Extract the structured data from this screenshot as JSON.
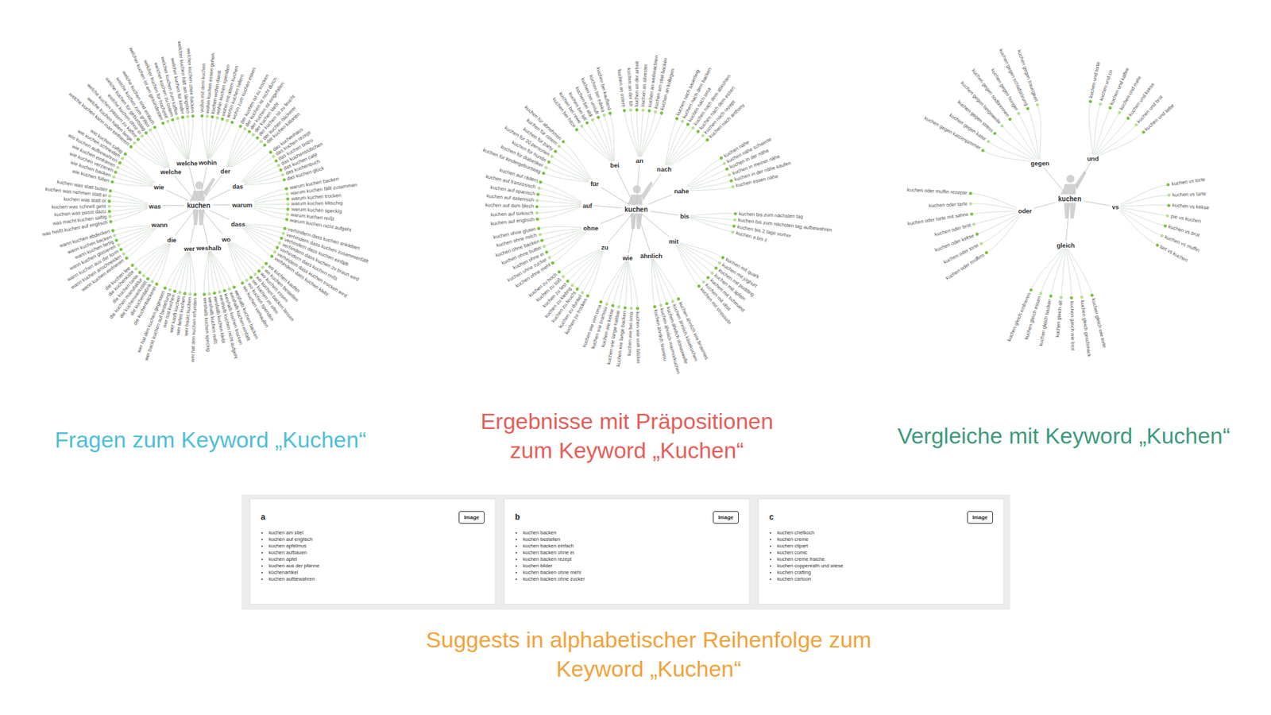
{
  "diagram": {
    "nodes": [
      {
        "text": [
          "kuchen"
        ]
      },
      {
        "text": [
          "wie"
        ]
      },
      {
        "text": [
          "welche"
        ]
      },
      {
        "text": [
          "welcher"
        ]
      },
      {
        "text": [
          "wohin"
        ]
      },
      {
        "text": [
          "der"
        ]
      },
      {
        "text": [
          "das"
        ]
      },
      {
        "text": [
          "warum"
        ]
      },
      {
        "text": [
          "dass"
        ]
      },
      {
        "text": [
          "wo"
        ]
      },
      {
        "text": [
          "weshalb"
        ]
      },
      {
        "text": [
          "wer"
        ]
      },
      {
        "text": [
          "die"
        ]
      },
      {
        "text": [
          "wann"
        ]
      },
      {
        "text": [
          "was"
        ]
      },
      {
        "text": [
          "kuchen"
        ]
      },
      {
        "text": [
          "für"
        ]
      },
      {
        "text": [
          "bei"
        ]
      },
      {
        "text": [
          "an"
        ]
      },
      {
        "text": [
          "nach"
        ]
      },
      {
        "text": [
          "nahe"
        ]
      },
      {
        "text": [
          "bis"
        ]
      },
      {
        "text": [
          "mit"
        ]
      },
      {
        "text": [
          "ähnlich"
        ]
      },
      {
        "text": [
          "wie"
        ]
      },
      {
        "text": [
          "zu"
        ]
      },
      {
        "text": [
          "ohne"
        ]
      },
      {
        "text": [
          "auf"
        ]
      },
      {
        "text": [
          "kuchen"
        ]
      },
      {
        "text": [
          "gegen"
        ]
      },
      {
        "text": [
          "und"
        ]
      },
      {
        "text": [
          "vs"
        ]
      },
      {
        "text": [
          "gleich"
        ]
      },
      {
        "text": [
          "oder"
        ]
      },
      {
        "text": [
          "a",
          "kuchen am stiel",
          "kuchen auf englisch",
          "kuchen apfelmus",
          "kuchen aufbauen",
          "kuchen apfel",
          "kuchen aus der pfanne",
          "küchenartikel",
          "kuchen aufbewahren"
        ]
      },
      {
        "text": [
          "Image"
        ],
        "in": 34
      },
      {
        "text": [
          "b",
          "kuchen backen",
          "kuchen bestellen",
          "kuchen backen einfach",
          "kuchen backen ohne ei",
          "kuchen backen rezept",
          "kuchen bilder",
          "kuchen backen ohne mehl",
          "kuchen backen ohne zucker"
        ]
      },
      {
        "text": [
          "Image"
        ],
        "in": 36
      },
      {
        "text": [
          "c",
          "kuchen chefkoch",
          "kuchen creme",
          "kuchen clipart",
          "kuchen comic",
          "kuchen creme fraiche",
          "kuchen coppenrath und wiese",
          "kuchen crafting",
          "kuchen cartoon"
        ]
      },
      {
        "text": [
          "Image"
        ],
        "in": 38
      }
    ],
    "edges": [
      {
        "from": 0,
        "to": 1,
        "arrow": "none"
      },
      {
        "from": 0,
        "to": 2,
        "arrow": "none"
      },
      {
        "from": 0,
        "to": 3,
        "arrow": "none"
      },
      {
        "from": 0,
        "to": 4,
        "arrow": "none"
      },
      {
        "from": 0,
        "to": 5,
        "arrow": "none"
      },
      {
        "from": 0,
        "to": 6,
        "arrow": "none"
      },
      {
        "from": 0,
        "to": 7,
        "arrow": "none"
      },
      {
        "from": 0,
        "to": 8,
        "arrow": "none"
      },
      {
        "from": 0,
        "to": 9,
        "arrow": "none"
      },
      {
        "from": 0,
        "to": 10,
        "arrow": "none"
      },
      {
        "from": 0,
        "to": 11,
        "arrow": "none"
      },
      {
        "from": 0,
        "to": 12,
        "arrow": "none"
      },
      {
        "from": 0,
        "to": 13,
        "arrow": "none"
      },
      {
        "from": 0,
        "to": 14,
        "arrow": "none"
      },
      {
        "from": 15,
        "to": 16,
        "arrow": "none"
      },
      {
        "from": 15,
        "to": 17,
        "arrow": "none"
      },
      {
        "from": 15,
        "to": 18,
        "arrow": "none"
      },
      {
        "from": 15,
        "to": 19,
        "arrow": "none"
      },
      {
        "from": 15,
        "to": 20,
        "arrow": "none"
      },
      {
        "from": 15,
        "to": 21,
        "arrow": "none"
      },
      {
        "from": 15,
        "to": 22,
        "arrow": "none"
      },
      {
        "from": 15,
        "to": 23,
        "arrow": "none"
      },
      {
        "from": 15,
        "to": 24,
        "arrow": "none"
      },
      {
        "from": 15,
        "to": 25,
        "arrow": "none"
      },
      {
        "from": 15,
        "to": 26,
        "arrow": "none"
      },
      {
        "from": 15,
        "to": 27,
        "arrow": "none"
      },
      {
        "from": 28,
        "to": 29,
        "arrow": "none"
      },
      {
        "from": 28,
        "to": 30,
        "arrow": "none"
      },
      {
        "from": 28,
        "to": 31,
        "arrow": "none"
      },
      {
        "from": 28,
        "to": 32,
        "arrow": "none"
      },
      {
        "from": 28,
        "to": 33,
        "arrow": "none"
      }
    ],
    "labels": [
      "wie kuchen füllen",
      "wie kuchen backen",
      "wie kuchen verzieren",
      "wie kuchen einfrieren",
      "wie kuchen aufbewahren",
      "wie kuchen schneiden",
      "wie kuchen saftig",
      "welche kuchen kann man einfrieren",
      "welche kuchen halten lange",
      "welche kuchen passen zu kaffee",
      "welche kuchen ohne ei",
      "welche kuchen für geburtstag",
      "welche kuchen zum grillen",
      "welche kuchen sind einfach",
      "welcher kuchen ist am gesündesten",
      "welcher kuchen für hochzeit",
      "welcher kuchen zu ostern",
      "welcher kuchen zum kaffee",
      "welcher kuchen für kinder",
      "welcher kuchen hält am längsten",
      "welcher kuchen ohne backen",
      "wohin mit dem kuchen",
      "wohin kuchen essen gehen",
      "kuchen wohin damit",
      "wohin kuchen spenden",
      "wohin mit altem kuchen",
      "wohin kuchen liefern",
      "wohin zum kuchen essen",
      "der kuchen ist zu trocken",
      "der kuchen ist nicht durch",
      "der kuchen ist eingefallen",
      "der kuchen klebt",
      "der kuchen ist zu feucht",
      "der kuchen bäckerei",
      "der kuchen kalorien",
      "das kuchenhaus",
      "das kuchen rezept",
      "das kuchen bistro",
      "das kuchenstübchen",
      "das kuchen café",
      "das kuchenbuch",
      "das kuchen glück",
      "warum kuchen backen",
      "warum kuchen fällt zusammen",
      "warum kuchen trocken",
      "warum kuchen klitschig",
      "warum kuchen speckig",
      "warum kuchen reißt",
      "warum kuchen nicht aufgeht",
      "verhindern dass kuchen ankleben",
      "verhindern dass kuchen zusammenfällt",
      "verhindern dass kuchen einfällt",
      "verhindern dass kuchen zu braun wird",
      "verhindern dass kuchen reißt",
      "verhindern dass kuchen trocken wird",
      "verhindern dass kuchen klebt",
      "wo kuchen kaufen",
      "wo kuchen bestellen",
      "wo kuchen essen",
      "wo kuchen backen lassen",
      "wo kuchen im ofen",
      "wo kuchen spenden",
      "wo kuchen verkaufen",
      "weshalb kuchen backen",
      "weshalb kuchen einfällt",
      "weshalb kuchen trocken",
      "weshalb kuchen nicht aufgeht",
      "weshalb kuchen klebt",
      "weshalb kuchen reißt",
      "weshalb kuchen speckig",
      "wer hat den kuchen erfunden",
      "wer backt kuchen",
      "wer liefert kuchen",
      "wer kauft kuchen",
      "wer isst kuchen",
      "wer backt kuchen auf bestellung",
      "wer hat den kuchen gegessen",
      "die kuchenbäckerei",
      "die kuchenfabrik",
      "die kuchenwerkstatt",
      "die kuchen manufaktur",
      "die kuchen tante",
      "die kuchenkiste",
      "die kuchen fee",
      "wann kuchen einfrieren",
      "wann kuchen anschneiden",
      "wann kuchen aus der form",
      "wann kuchen glasieren",
      "wann kuchen fertig",
      "wann kuchen backen",
      "wann kuchen abdecken",
      "was heißt kuchen auf englisch",
      "was macht kuchen saftig",
      "kuchen was passt dazu",
      "kuchen was schnell geht",
      "kuchen was statt öl",
      "kuchen was nehmen statt ei",
      "kuchen was statt butter",
      "kuchen für kindergeburtstag",
      "kuchen für diabetiker",
      "kuchen für hunde",
      "kuchen für 20 personen",
      "kuchen für party",
      "kuchen für ostern",
      "kuchen für abnehmen",
      "kuchen bei hitze",
      "kuchen bei rewe",
      "kuchen bei lidl",
      "kuchen bei aldi",
      "kuchen bei umluft",
      "kuchen bei edeka",
      "kuchen bei kaufland",
      "kuchen an ostern",
      "kuchen an der tür",
      "kuchen an der arbeit",
      "kuchen an silvester",
      "kuchen an weihnachten",
      "kuchen am stiel backen",
      "kuchen an kollegen",
      "kuchen nach sauerteig",
      "kuchen nach dem backen",
      "kuchen nach oma",
      "kuchen nach dem abkühlen",
      "kuchen nach dem essen",
      "kuchen nach rezept",
      "kuchen nach anthony",
      "kuchen nähe",
      "kuchen nähe schwerte",
      "kuchen in der nähe",
      "kuchen in meiner nähe",
      "kuchen in der nähe kaufen",
      "kuchen essen nähe",
      "kuchen bis zum nächsten tag",
      "kuchen bis zum nächsten tag aufbewahren",
      "kuchen bis 2 tage vorher",
      "kuchen a bis z",
      "kuchen mit quark",
      "kuchen mit joghurt",
      "kuchen mit pudding",
      "kuchen mit äpfeln",
      "kuchen mit schmand",
      "kuchen mit obst",
      "kuchen mit streuseln",
      "kuchen ähnlich wie brownies",
      "kuchen ähnlich käsekuchen",
      "kuchen ähnlich donauwelle",
      "kuchen ähnlich marmorkuchen",
      "kuchen ähnlich tiramisu",
      "kuchen wie vom bäcker",
      "kuchen wie bei oma",
      "kuchen wie lange backen",
      "kuchen wie lange haltbar",
      "kuchen wie kekse",
      "kuchen wie tiramisu",
      "kuchen wie von oma",
      "kuchen zu trocken",
      "kuchen zu dunkel",
      "kuchen zu feucht",
      "kuchen zu klebrig",
      "kuchen zu fest",
      "kuchen zu süß",
      "kuchen zu hoch",
      "kuchen ohne mehl",
      "kuchen ohne zucker",
      "kuchen ohne ei",
      "kuchen ohne butter",
      "kuchen ohne backen",
      "kuchen ohne milch",
      "kuchen ohne gluten",
      "kuchen auf englisch",
      "kuchen auf türkisch",
      "kuchen auf dem blech",
      "kuchen auf italienisch",
      "kuchen auf spanisch",
      "kuchen auf französisch",
      "kuchen auf rädern",
      "kuchen gegen katzenjammer",
      "kuchen gegen kater",
      "kuchen gegen stress",
      "kuchen gegen langeweile",
      "kuchen gegen sodbrennen",
      "kuchen gegen hunger",
      "kuchen gegen schlafstörung",
      "kuchen gegen traurigkeit",
      "kuchen und torte",
      "kuchen und co",
      "kuchen und kaffee",
      "kuchen und mehr",
      "kuchen und kekse",
      "kuchen und brot",
      "kuchen und liebe",
      "kuchen vs torte",
      "kuchen vs tarte",
      "kuchen vs kekse",
      "pie vs kuchen",
      "kuchen vs brot",
      "kuchen vs muffin",
      "tart vs kuchen",
      "kuchen gleich wie torte",
      "kuchen gleich geschmack",
      "kuchen gleich wie brot",
      "kuchen gleich alt",
      "kuchen gleich backen",
      "kuchen gleich essen",
      "kuchen gleich einfrieren",
      "kuchen oder muffins",
      "kuchen oder torte",
      "kuchen oder kekse",
      "kuchen oder brot",
      "kuchen oder torte mit sahne",
      "kuchen oder tarte",
      "kuchen oder muffin rezepte",
      "Fragen zum Keyword „Kuchen“",
      "Ergebnisse mit Präpositionen zum Keyword „Kuchen“",
      "Vergleiche mit Keyword „Kuchen“",
      "Suggests in alphabetischer Reihenfolge zum Keyword „Kuchen“"
    ]
  }
}
